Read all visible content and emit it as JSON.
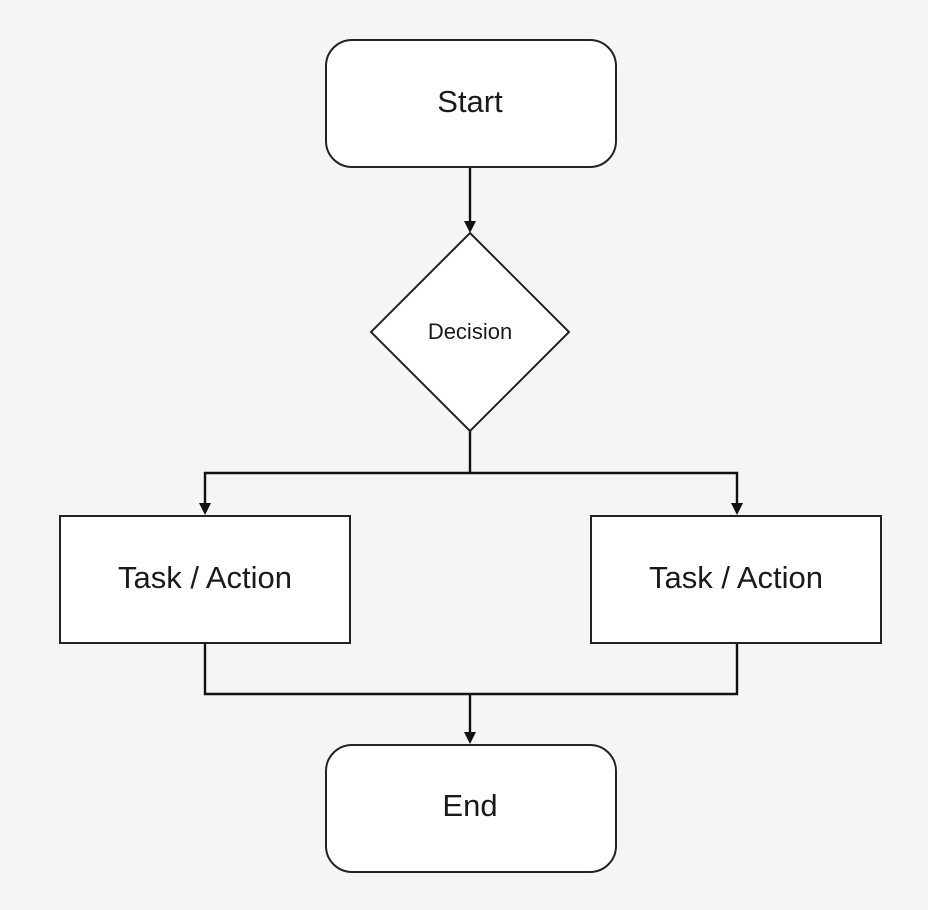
{
  "nodes": {
    "start": {
      "label": "Start"
    },
    "decision": {
      "label": "Decision"
    },
    "task_left": {
      "label": "Task / Action"
    },
    "task_right": {
      "label": "Task / Action"
    },
    "end": {
      "label": "End"
    }
  }
}
